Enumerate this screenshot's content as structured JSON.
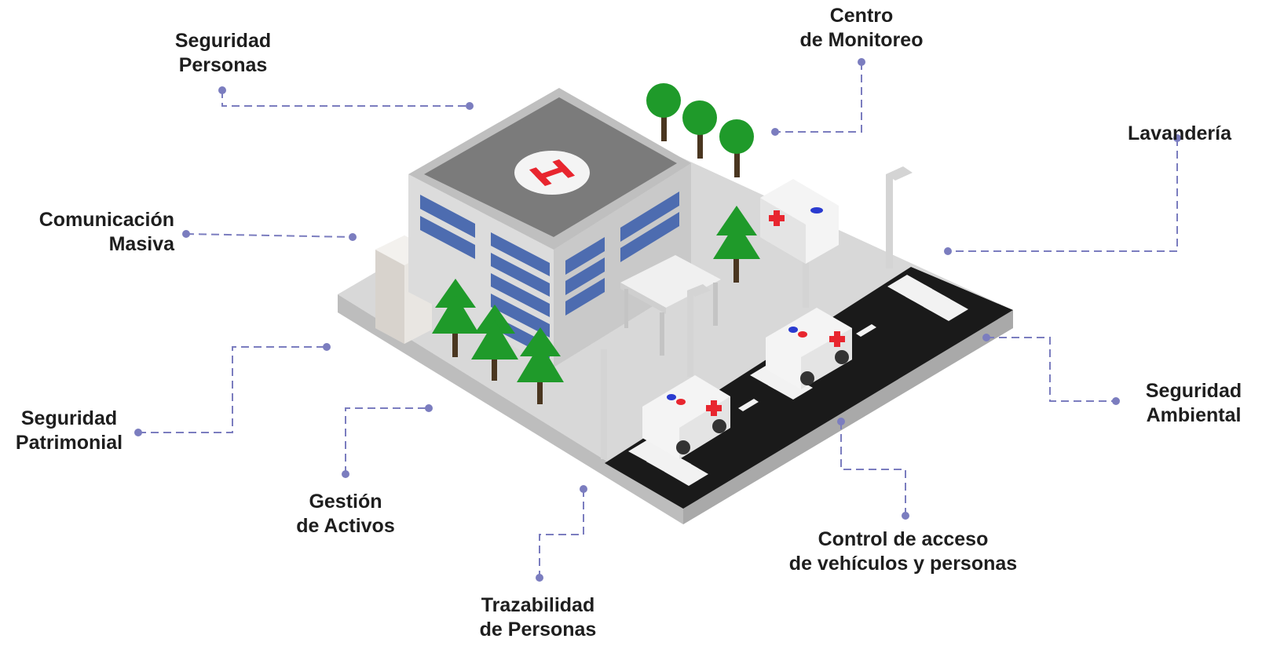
{
  "labels": {
    "seguridad_personas": {
      "line1": "Seguridad",
      "line2": "Personas"
    },
    "centro_monitoreo": {
      "line1": "Centro",
      "line2": "de Monitoreo"
    },
    "lavanderia": {
      "line1": "Lavandería"
    },
    "comunicacion_masiva": {
      "line1": "Comunicación",
      "line2": "Masiva"
    },
    "seguridad_patrimonial": {
      "line1": "Seguridad",
      "line2": "Patrimonial"
    },
    "gestion_activos": {
      "line1": "Gestión",
      "line2": "de Activos"
    },
    "trazabilidad_personas": {
      "line1": "Trazabilidad",
      "line2": "de Personas"
    },
    "control_acceso": {
      "line1": "Control de acceso",
      "line2": "de vehículos y personas"
    },
    "seguridad_ambiental": {
      "line1": "Seguridad",
      "line2": "Ambiental"
    }
  },
  "colors": {
    "connector": "#7b7dbf",
    "text": "#1e1e1e",
    "cross": "#e8262f",
    "tree": "#1f9a2a",
    "window": "#4d6cb0",
    "road": "#1a1a1a"
  }
}
